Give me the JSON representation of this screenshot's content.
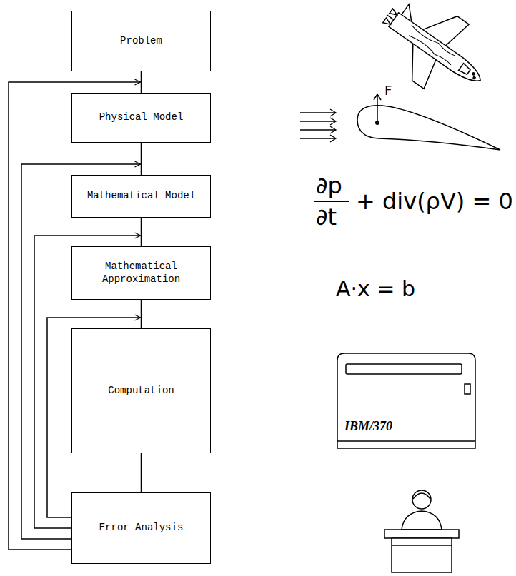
{
  "diagram": {
    "nodes": [
      {
        "text": [
          "Problem"
        ]
      },
      {
        "text": [
          "Physical Model"
        ]
      },
      {
        "text": [
          "Mathematical Model"
        ]
      },
      {
        "text": [
          "Mathematical Approximation"
        ]
      },
      {
        "text": [
          "Computation"
        ]
      },
      {
        "text": [
          "Error Analysis"
        ]
      }
    ],
    "edges": [
      {
        "from": 0,
        "to": 1,
        "arrow": "none"
      },
      {
        "from": 1,
        "to": 2,
        "arrow": "none"
      },
      {
        "from": 2,
        "to": 3,
        "arrow": "none"
      },
      {
        "from": 3,
        "to": 4,
        "arrow": "none"
      },
      {
        "from": 4,
        "to": 5,
        "arrow": "none"
      },
      {
        "from": 5,
        "to": 1,
        "arrow": "to"
      },
      {
        "from": 5,
        "to": 2,
        "arrow": "to"
      },
      {
        "from": 5,
        "to": 3,
        "arrow": "to"
      },
      {
        "from": 5,
        "to": 4,
        "arrow": "to"
      }
    ],
    "labels": [
      "F",
      "∂p",
      "∂t",
      "+ div(ρV) = 0",
      "A·x = b",
      "IBM/370"
    ]
  }
}
